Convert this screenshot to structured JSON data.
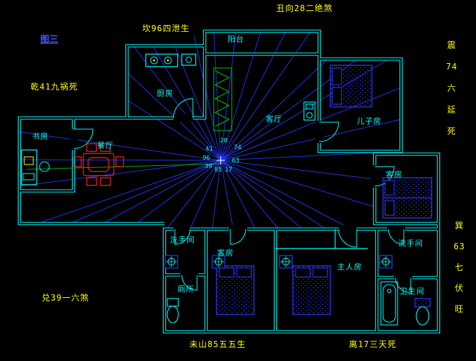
{
  "figure_label": "图三",
  "annotations": {
    "top": "丑向28二绝煞",
    "top_left": "坎96四泄生",
    "left_upper": "乾41九祸死",
    "right_upper": "震\n74\n六\n延\n死",
    "right_lower": "巽\n63\n七\n伏\n旺",
    "left_lower": "兑39一六煞",
    "bottom_center": "未山85五五生",
    "bottom_right": "离17三天死"
  },
  "rooms": {
    "balcony": "阳台",
    "kitchen": "厨房",
    "living": "客厅",
    "son_room": "儿子房",
    "study": "书房",
    "dining": "餐厅",
    "guest_right": "客房",
    "bath_left": "洗手间",
    "guest_bottom": "客房",
    "master": "主人房",
    "bath_right": "洗手间",
    "toilet": "厕所",
    "washroom": "卫生间"
  },
  "center_numbers": {
    "nw": "41",
    "n": "28",
    "ne": "74",
    "w": "96",
    "e": "63",
    "sw": "39",
    "s": "85",
    "se": "17"
  },
  "colors": {
    "background": "#000000",
    "walls": "#00ffff",
    "fan_lines": "#2233ee",
    "room_labels": "#00ffff",
    "annotations": "#ffff00",
    "figure_label": "#4455ff",
    "dining_set": "#ff2222",
    "beds": "#2b3bff",
    "plants": "#00bb00",
    "sight_line": "#00aa22"
  }
}
